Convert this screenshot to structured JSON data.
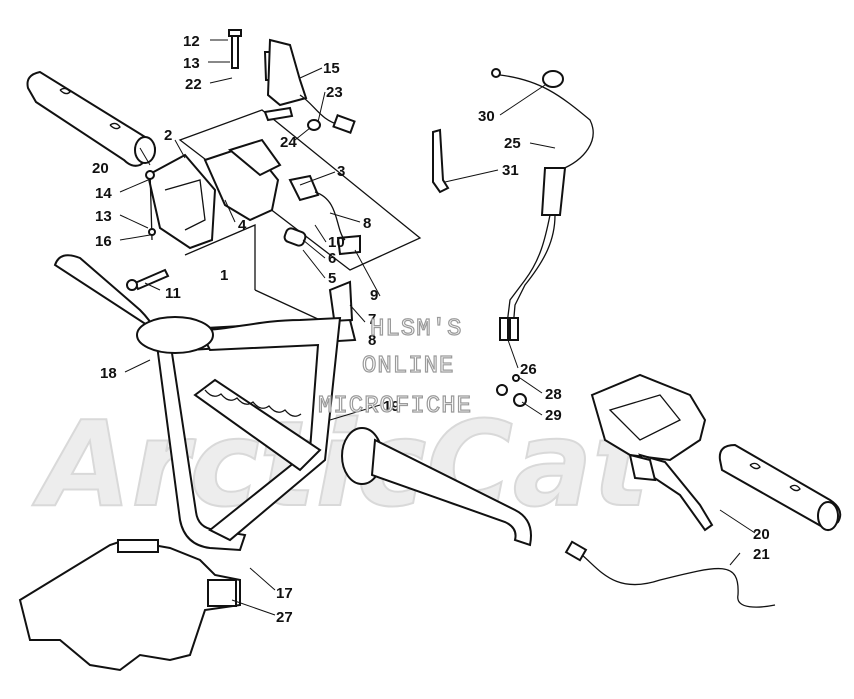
{
  "watermark": {
    "logo_text": "ArcticCat",
    "overlay_lines": [
      "HLSM'S",
      "ONLINE",
      "MICROFICHE"
    ]
  },
  "callouts": [
    {
      "id": "c12",
      "label": "12"
    },
    {
      "id": "c13a",
      "label": "13"
    },
    {
      "id": "c22",
      "label": "22"
    },
    {
      "id": "c15",
      "label": "15"
    },
    {
      "id": "c23",
      "label": "23"
    },
    {
      "id": "c24",
      "label": "24"
    },
    {
      "id": "c2",
      "label": "2"
    },
    {
      "id": "c20a",
      "label": "20"
    },
    {
      "id": "c14",
      "label": "14"
    },
    {
      "id": "c13b",
      "label": "13"
    },
    {
      "id": "c16",
      "label": "16"
    },
    {
      "id": "c4",
      "label": "4"
    },
    {
      "id": "c1",
      "label": "1"
    },
    {
      "id": "c11",
      "label": "11"
    },
    {
      "id": "c3",
      "label": "3"
    },
    {
      "id": "c8a",
      "label": "8"
    },
    {
      "id": "c10",
      "label": "10"
    },
    {
      "id": "c6",
      "label": "6"
    },
    {
      "id": "c5",
      "label": "5"
    },
    {
      "id": "c9",
      "label": "9"
    },
    {
      "id": "c7",
      "label": "7"
    },
    {
      "id": "c8b",
      "label": "8"
    },
    {
      "id": "c30",
      "label": "30"
    },
    {
      "id": "c25",
      "label": "25"
    },
    {
      "id": "c31",
      "label": "31"
    },
    {
      "id": "c26",
      "label": "26"
    },
    {
      "id": "c28",
      "label": "28"
    },
    {
      "id": "c29",
      "label": "29"
    },
    {
      "id": "c18",
      "label": "18"
    },
    {
      "id": "c19",
      "label": "19"
    },
    {
      "id": "c17",
      "label": "17"
    },
    {
      "id": "c27",
      "label": "27"
    },
    {
      "id": "c20b",
      "label": "20"
    },
    {
      "id": "c21",
      "label": "21"
    }
  ]
}
